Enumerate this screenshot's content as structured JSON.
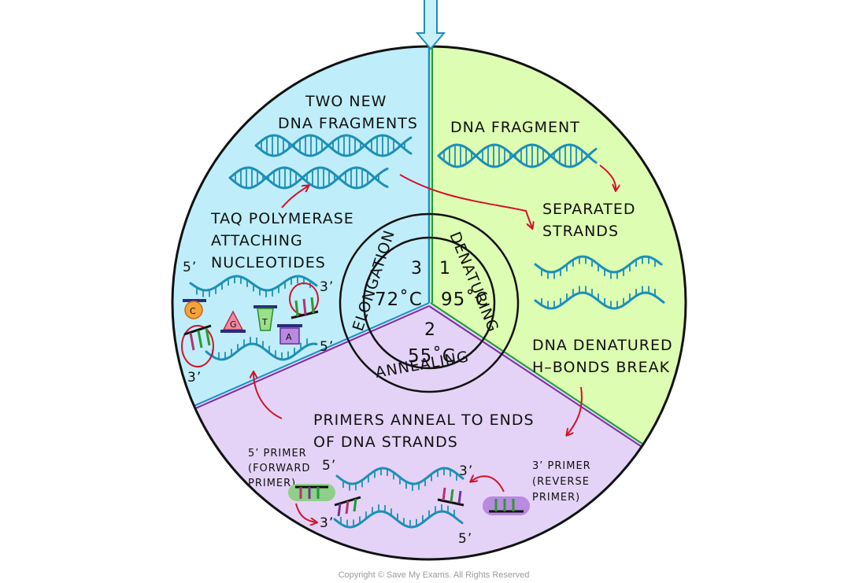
{
  "stages": {
    "denaturing": {
      "number": "1",
      "temp": "95˚C",
      "name": "DENATURING",
      "color": "#1a9a3c"
    },
    "annealing": {
      "number": "2",
      "temp": "55˚C",
      "name": "ANNEALING",
      "color": "#7a2f9c"
    },
    "elongation": {
      "number": "3",
      "temp": "72˚C",
      "name": "ELONGATION",
      "color": "#1b8fc4"
    }
  },
  "labels": {
    "two_new_1": "TWO NEW",
    "two_new_2": "DNA FRAGMENTS",
    "dna_fragment": "DNA FRAGMENT",
    "separated_1": "SEPARATED",
    "separated_2": "STRANDS",
    "taq_1": "TAQ POLYMERASE",
    "taq_2": "ATTACHING",
    "taq_3": "NUCLEOTIDES",
    "denatured_1": "DNA DENATURED",
    "denatured_2": "H–BONDS BREAK",
    "primers_1": "PRIMERS ANNEAL TO ENDS",
    "primers_2": "OF DNA STRANDS",
    "fwd_1": "5’ PRIMER",
    "fwd_2": "(FORWARD",
    "fwd_3": "PRIMER)",
    "rev_1": "3’ PRIMER",
    "rev_2": "(REVERSE",
    "rev_3": "PRIMER)"
  },
  "ends": {
    "five": "5’",
    "three": "3’"
  },
  "nucleotides": [
    "C",
    "G",
    "T",
    "A"
  ],
  "copyright": "Copyright © Save My Exams. All Rights Reserved",
  "colors": {
    "elongation_bg": "#bfeefa",
    "denaturing_bg": "#ddfdb2",
    "annealing_bg": "#e4d3f7",
    "dna": "#1d8fb8",
    "arrow": "#d3122a"
  }
}
